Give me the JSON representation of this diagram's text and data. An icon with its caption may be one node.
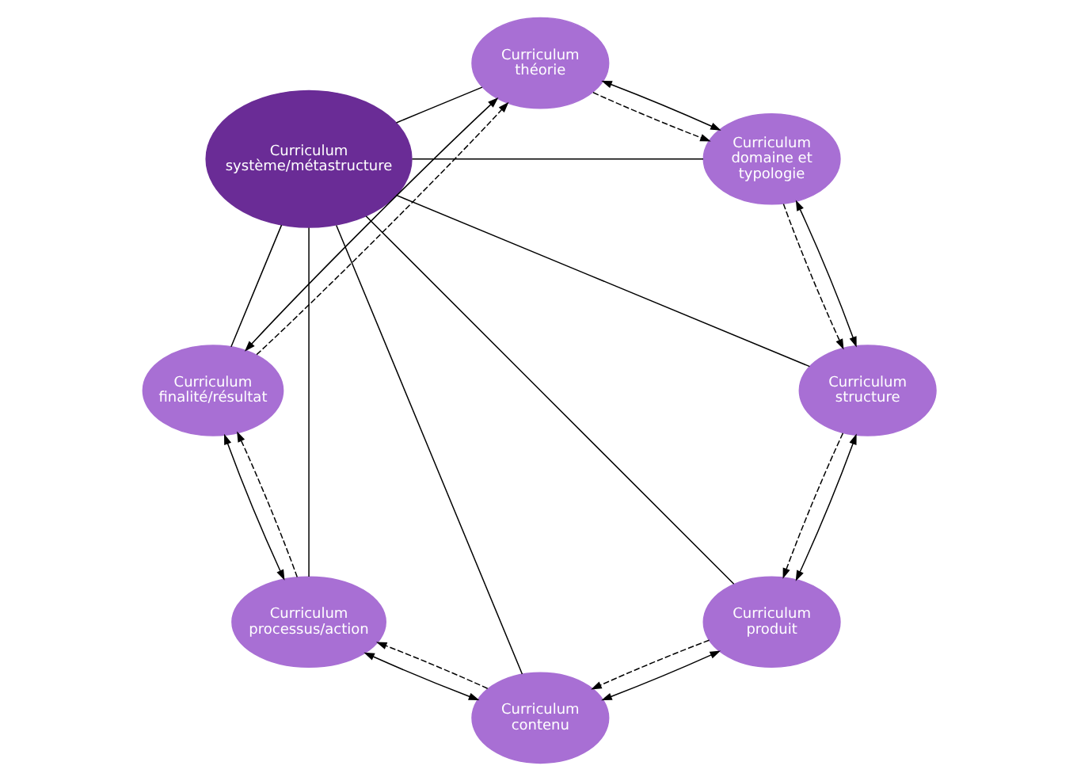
{
  "diagram": {
    "nodes": [
      {
        "text": [
          "Curriculum domaine et typologie"
        ]
      },
      {
        "text": [
          "Curriculum théorie"
        ]
      },
      {
        "text": [
          "Curriculum structure"
        ]
      },
      {
        "text": [
          "Curriculum système/métastructure"
        ]
      },
      {
        "text": [
          "Curriculum finalité/résultat"
        ]
      },
      {
        "text": [
          "Curriculum produit"
        ]
      },
      {
        "text": [
          "Curriculum processus/action"
        ]
      },
      {
        "text": [
          "Curriculum contenu"
        ]
      }
    ],
    "edges": [
      {
        "from": 3,
        "to": 0,
        "arrow": "none"
      },
      {
        "from": 3,
        "to": 2,
        "arrow": "none"
      },
      {
        "from": 3,
        "to": 5,
        "arrow": "none"
      },
      {
        "from": 3,
        "to": 7,
        "arrow": "none"
      },
      {
        "from": 3,
        "to": 6,
        "arrow": "none"
      },
      {
        "from": 3,
        "to": 4,
        "arrow": "none"
      },
      {
        "from": 3,
        "to": 1,
        "arrow": "none"
      },
      {
        "from": 1,
        "to": 0,
        "arrow": "both"
      },
      {
        "from": 1,
        "to": 0,
        "arrow": "to",
        "style": "dashed"
      },
      {
        "from": 0,
        "to": 2,
        "arrow": "both"
      },
      {
        "from": 0,
        "to": 2,
        "arrow": "to",
        "style": "dashed"
      },
      {
        "from": 2,
        "to": 5,
        "arrow": "both"
      },
      {
        "from": 2,
        "to": 5,
        "arrow": "to",
        "style": "dashed"
      },
      {
        "from": 5,
        "to": 7,
        "arrow": "both"
      },
      {
        "from": 5,
        "to": 7,
        "arrow": "to",
        "style": "dashed"
      },
      {
        "from": 7,
        "to": 6,
        "arrow": "both"
      },
      {
        "from": 7,
        "to": 6,
        "arrow": "to",
        "style": "dashed"
      },
      {
        "from": 6,
        "to": 4,
        "arrow": "both"
      },
      {
        "from": 6,
        "to": 4,
        "arrow": "to",
        "style": "dashed"
      },
      {
        "from": 4,
        "to": 1,
        "arrow": "both"
      },
      {
        "from": 4,
        "to": 1,
        "arrow": "to",
        "style": "dashed"
      }
    ]
  }
}
